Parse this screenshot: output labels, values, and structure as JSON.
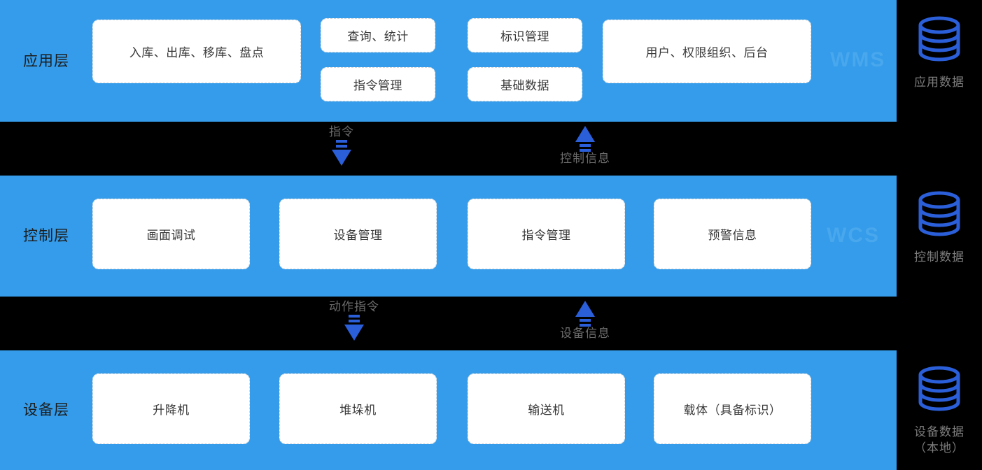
{
  "diagram": {
    "colors": {
      "band_blue": "#349CEA",
      "accent_blue": "#2B5FD9",
      "background": "#000000",
      "card_white": "#ffffff",
      "label_gray": "#6c6c6c",
      "watermark_blue": "#49A7ED"
    }
  },
  "layers": [
    {
      "id": "application",
      "title": "应用层",
      "watermark": "WMS",
      "cards": [
        {
          "label": "入库、出库、移库、盘点"
        },
        {
          "label": "查询、统计"
        },
        {
          "label": "指令管理"
        },
        {
          "label": "标识管理"
        },
        {
          "label": "基础数据"
        },
        {
          "label": "用户、权限组织、后台"
        }
      ]
    },
    {
      "id": "control",
      "title": "控制层",
      "watermark": "WCS",
      "cards": [
        {
          "label": "画面调试"
        },
        {
          "label": "设备管理"
        },
        {
          "label": "指令管理"
        },
        {
          "label": "预警信息"
        }
      ]
    },
    {
      "id": "device",
      "title": "设备层",
      "watermark": "",
      "cards": [
        {
          "label": "升降机"
        },
        {
          "label": "堆垛机"
        },
        {
          "label": "输送机"
        },
        {
          "label": "载体（具备标识）"
        }
      ]
    }
  ],
  "connectors": [
    {
      "id": "app-to-control",
      "down": {
        "label": "指令",
        "icon": "arrow-down-icon"
      },
      "up": {
        "label": "控制信息",
        "icon": "arrow-up-icon"
      }
    },
    {
      "id": "control-to-device",
      "down": {
        "label": "动作指令",
        "icon": "arrow-down-icon"
      },
      "up": {
        "label": "设备信息",
        "icon": "arrow-up-icon"
      }
    }
  ],
  "databases": [
    {
      "icon": "database-icon",
      "label": "应用数据",
      "label2": ""
    },
    {
      "icon": "database-icon",
      "label": "控制数据",
      "label2": ""
    },
    {
      "icon": "database-icon",
      "label": "设备数据",
      "label2": "（本地）"
    }
  ]
}
